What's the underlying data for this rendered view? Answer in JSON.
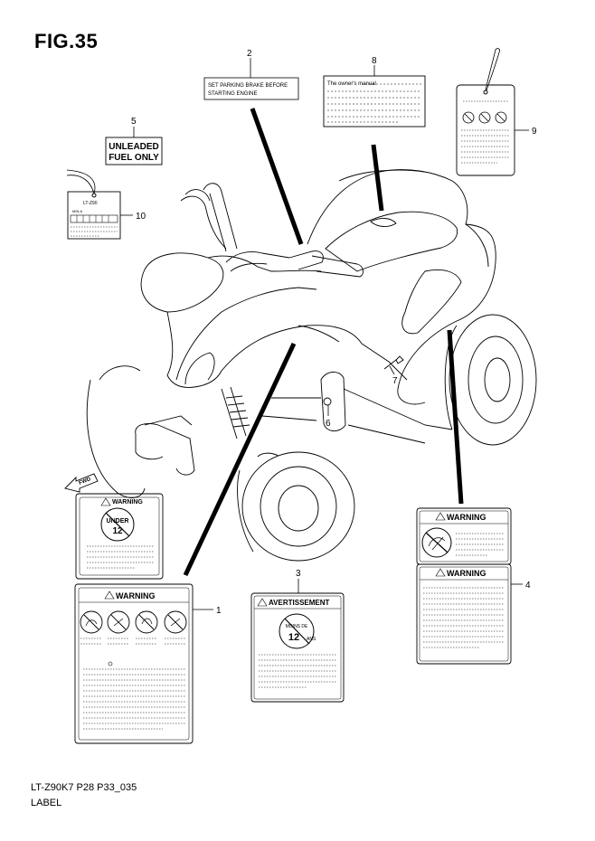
{
  "figure": {
    "title": "FIG.35"
  },
  "footer": {
    "code": "LT-Z90K7 P28 P33_035",
    "label": "LABEL"
  },
  "callouts": {
    "c1": "1",
    "c2": "2",
    "c3": "3",
    "c4": "4",
    "c5": "5",
    "c6": "6",
    "c7": "7",
    "c8": "8",
    "c9": "9",
    "c10": "10"
  },
  "labels": {
    "parking_line1": "SET PARKING BRAKE BEFORE",
    "parking_line2": "STARTING ENGINE",
    "fuel_line1": "UNLEADED",
    "fuel_line2": "FUEL ONLY",
    "manual_text": "The owner's manual",
    "warning": "WARNING",
    "avertissement": "AVERTISSEMENT",
    "under": "UNDER",
    "age12": "12",
    "moins_de": "MOINS DE",
    "ans": "ANS",
    "fwd": "FWD",
    "tag10_code": "LT-Z90",
    "tag10_small": "MIN.A"
  },
  "colors": {
    "line": "#000000",
    "background": "#ffffff"
  }
}
